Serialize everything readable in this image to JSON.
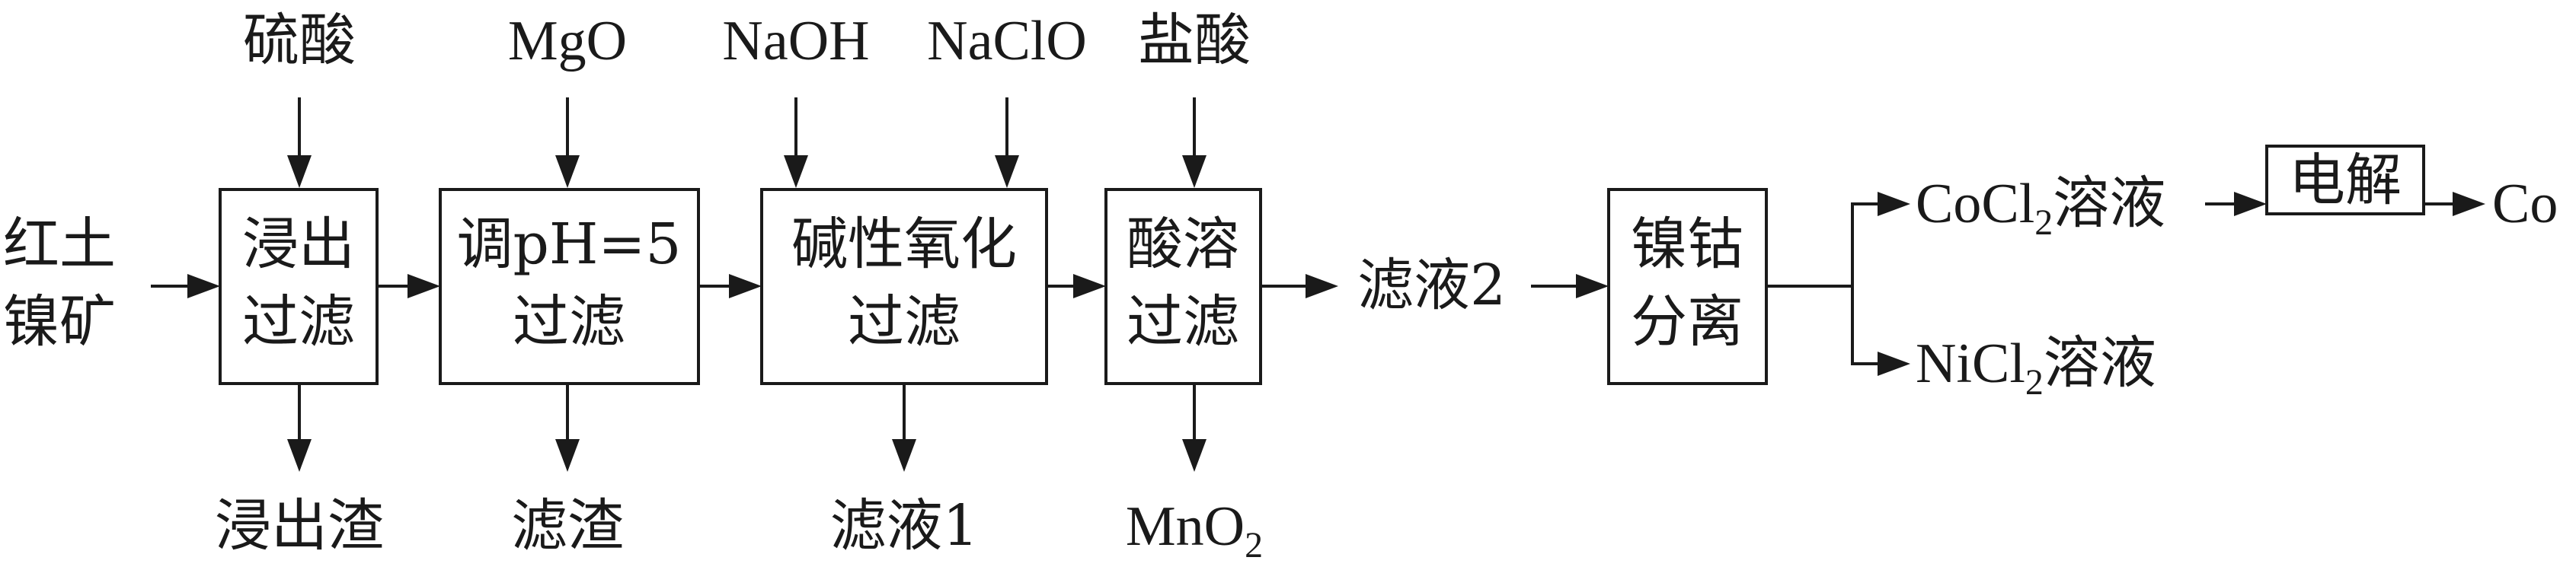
{
  "inputs": {
    "ore": [
      "红土",
      "镍矿"
    ],
    "sulfuric_acid": "硫酸",
    "mgo": "MgO",
    "naoh": "NaOH",
    "naclo": "NaClO",
    "hcl": "盐酸"
  },
  "steps": {
    "leach": [
      "浸出",
      "过滤"
    ],
    "adjust_ph": [
      "调pH=5",
      "过滤"
    ],
    "alkaline_oxidation": [
      "碱性氧化",
      "过滤"
    ],
    "acid_dissolve": [
      "酸溶",
      "过滤"
    ],
    "ni_co_separation": [
      "镍钴",
      "分离"
    ],
    "electrolysis": "电解"
  },
  "outputs": {
    "leach_residue": "浸出渣",
    "residue": "滤渣",
    "filtrate1": "滤液1",
    "mno2": {
      "base": "MnO",
      "sub": "2"
    },
    "filtrate2": "滤液2",
    "cocl2": {
      "base": "CoCl",
      "sub": "2",
      "suffix": "溶液"
    },
    "nicl2": {
      "base": "NiCl",
      "sub": "2",
      "suffix": "溶液"
    },
    "co": "Co"
  }
}
